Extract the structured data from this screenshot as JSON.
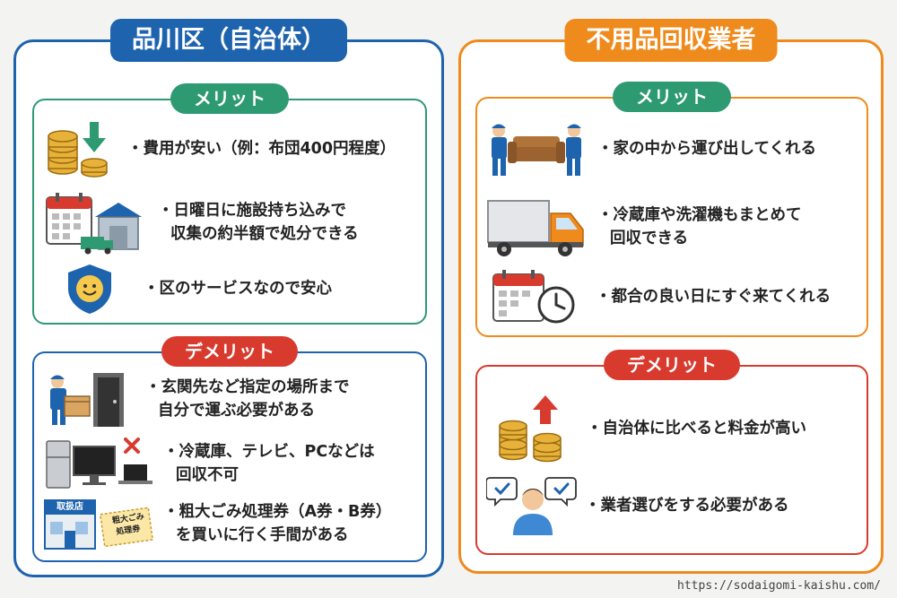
{
  "left_panel": {
    "title": "品川区（自治体）",
    "merit": {
      "label": "メリット",
      "items": [
        {
          "line1": "・費用が安い（例：布団400円程度）",
          "line2": ""
        },
        {
          "line1": "・日曜日に施設持ち込みで",
          "line2": "収集の約半額で処分できる"
        },
        {
          "line1": "・区のサービスなので安心",
          "line2": ""
        }
      ]
    },
    "demerit": {
      "label": "デメリット",
      "items": [
        {
          "line1": "・玄関先など指定の場所まで",
          "line2": "自分で運ぶ必要がある"
        },
        {
          "line1": "・冷蔵庫、テレビ、PCなどは",
          "line2": "回収不可"
        },
        {
          "line1": "・粗大ごみ処理券（A券・B券）",
          "line2": "を買いに行く手間がある"
        }
      ],
      "shop_sign": "取扱店",
      "ticket_line1": "粗大ごみ",
      "ticket_line2": "処理券"
    }
  },
  "right_panel": {
    "title": "不用品回収業者",
    "merit": {
      "label": "メリット",
      "items": [
        {
          "line1": "・家の中から運び出してくれる",
          "line2": ""
        },
        {
          "line1": "・冷蔵庫や洗濯機もまとめて",
          "line2": "回収できる"
        },
        {
          "line1": "・都合の良い日にすぐ来てくれる",
          "line2": ""
        }
      ]
    },
    "demerit": {
      "label": "デメリット",
      "items": [
        {
          "line1": "・自治体に比べると料金が高い",
          "line2": ""
        },
        {
          "line1": "・業者選びをする必要がある",
          "line2": ""
        }
      ]
    }
  },
  "footer": {
    "url": "https://sodaigomi-kaishu.com/"
  },
  "colors": {
    "blue": "#1d63ad",
    "orange": "#ef8a1c",
    "green": "#2e9a72",
    "red": "#d83a2e",
    "gold": "#e8b23a"
  }
}
